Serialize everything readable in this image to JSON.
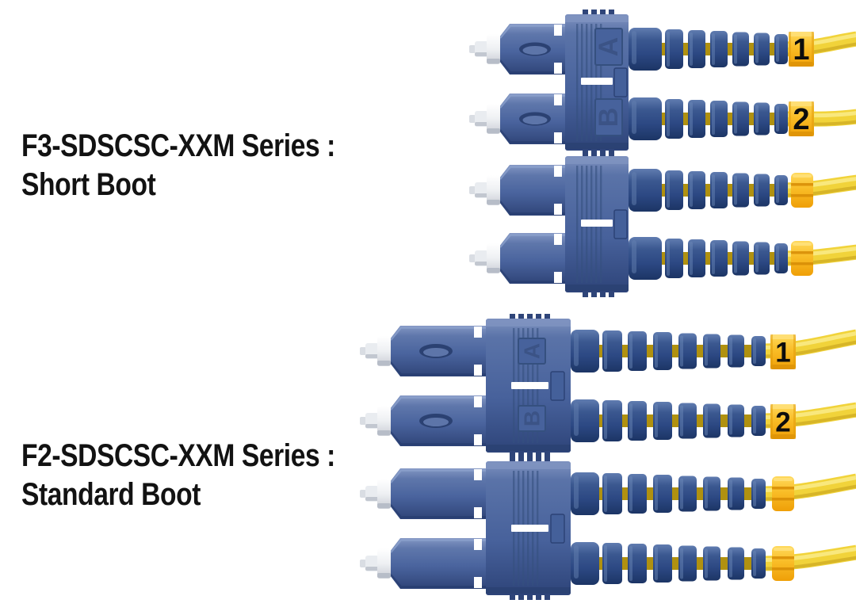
{
  "background_color": "#ffffff",
  "series": [
    {
      "id": "F3",
      "label_line1": "F3-SDSCSC-XXM Series :",
      "label_line2": "Short Boot",
      "polarity_letters": [
        "A",
        "B"
      ],
      "cable_tag_numbers": [
        "1",
        "2"
      ]
    },
    {
      "id": "F2",
      "label_line1": "F2-SDSCSC-XXM Series :",
      "label_line2": "Standard Boot",
      "polarity_letters": [
        "A",
        "B"
      ],
      "cable_tag_numbers": [
        "1",
        "2"
      ]
    }
  ],
  "colors": {
    "connector_body_blue": "#4a649e",
    "duplex_clip_blue": "#47619b",
    "boot_blue": "#2c4883",
    "boot_shadow_navy": "#1c3565",
    "cable_yellow": "#f1d33a",
    "cable_inner_gold": "#b09110",
    "marker_tag_orange": "#f6b81e",
    "ferrule_white": "#eef0f3",
    "marking_white": "#ffffff",
    "label_text": "#121212",
    "tag_number_text": "#0d0d0d"
  }
}
